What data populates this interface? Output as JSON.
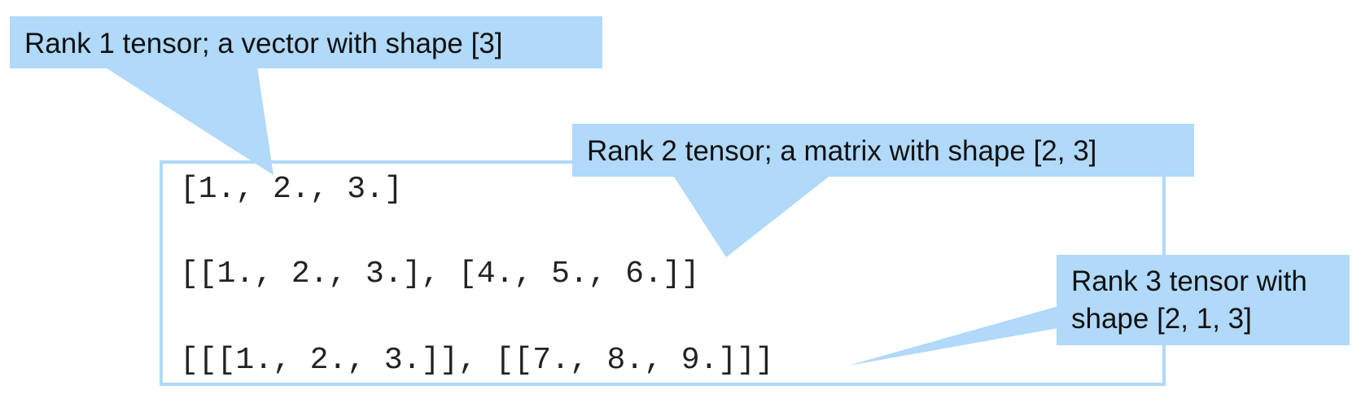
{
  "callouts": {
    "rank1": "Rank 1 tensor; a vector with shape [3]",
    "rank2": "Rank 2 tensor; a matrix with shape [2, 3]",
    "rank3_line1": "Rank 3 tensor with",
    "rank3_line2": "shape [2, 1, 3]"
  },
  "code": {
    "line1": "[1., 2., 3.]",
    "line2": "[[1., 2., 3.], [4., 5., 6.]]",
    "line3": "[[[1., 2., 3.]], [[7., 8., 9.]]]"
  },
  "colors": {
    "callout_fill": "#b0d9fa",
    "box_border": "#b0d9fa",
    "code_text": "#222222",
    "callout_text": "#111111"
  }
}
